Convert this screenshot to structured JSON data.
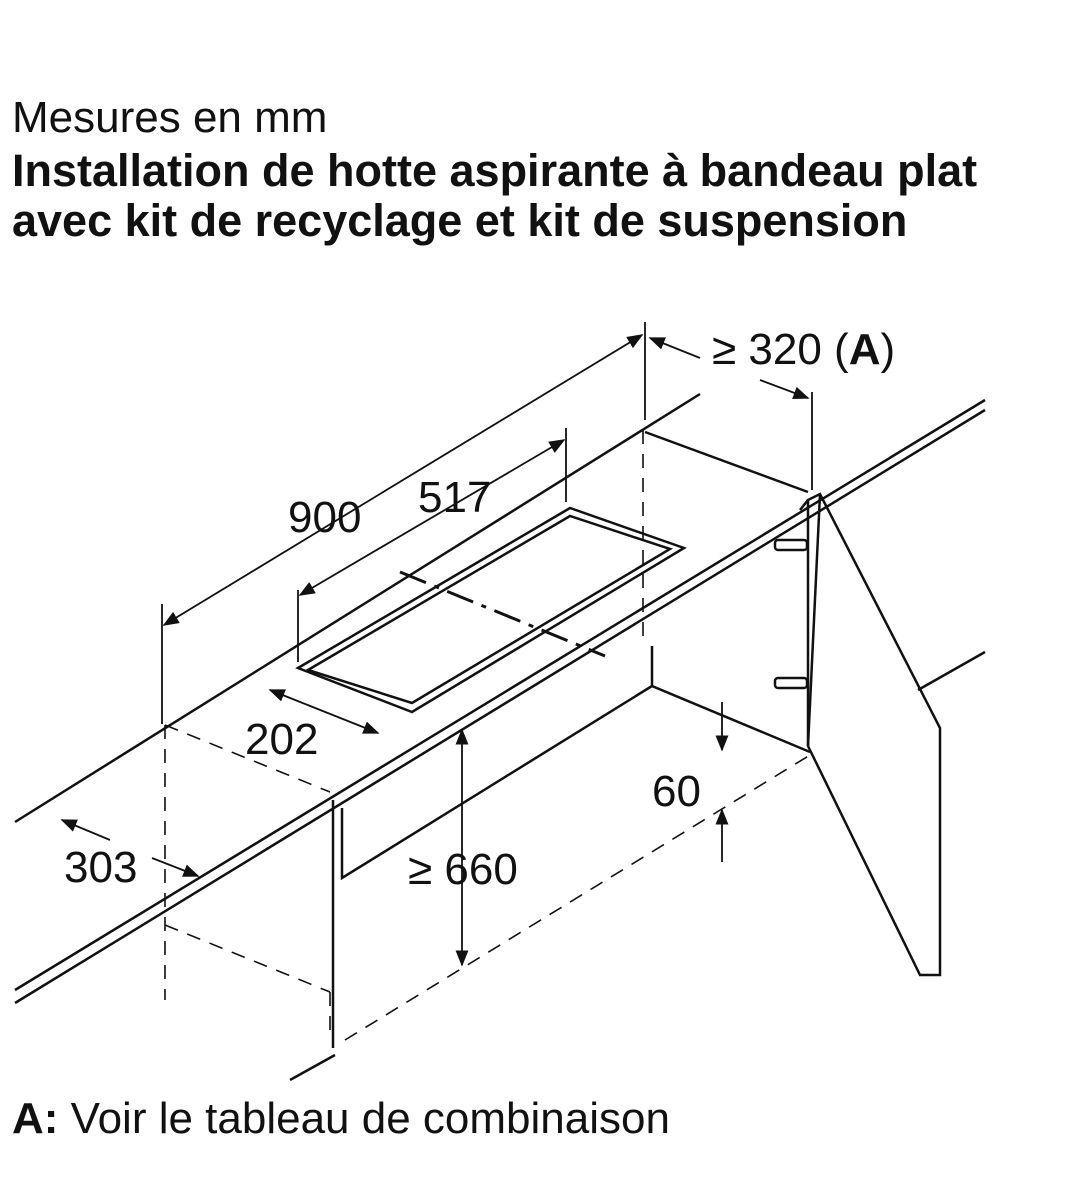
{
  "header": {
    "units": "Mesures en mm",
    "title": "Installation de hotte aspirante à bandeau plat avec kit de recyclage et kit de suspension"
  },
  "dimensions": {
    "d900": "900",
    "d517": "517",
    "d320": "≥ 320",
    "d320_ref_open": "(",
    "d320_ref": "A",
    "d320_ref_close": ")",
    "d202": "202",
    "d303": "303",
    "d660": "≥ 660",
    "d60": "60"
  },
  "footnote": {
    "key": "A:",
    "text": " Voir le tableau de combinaison"
  }
}
